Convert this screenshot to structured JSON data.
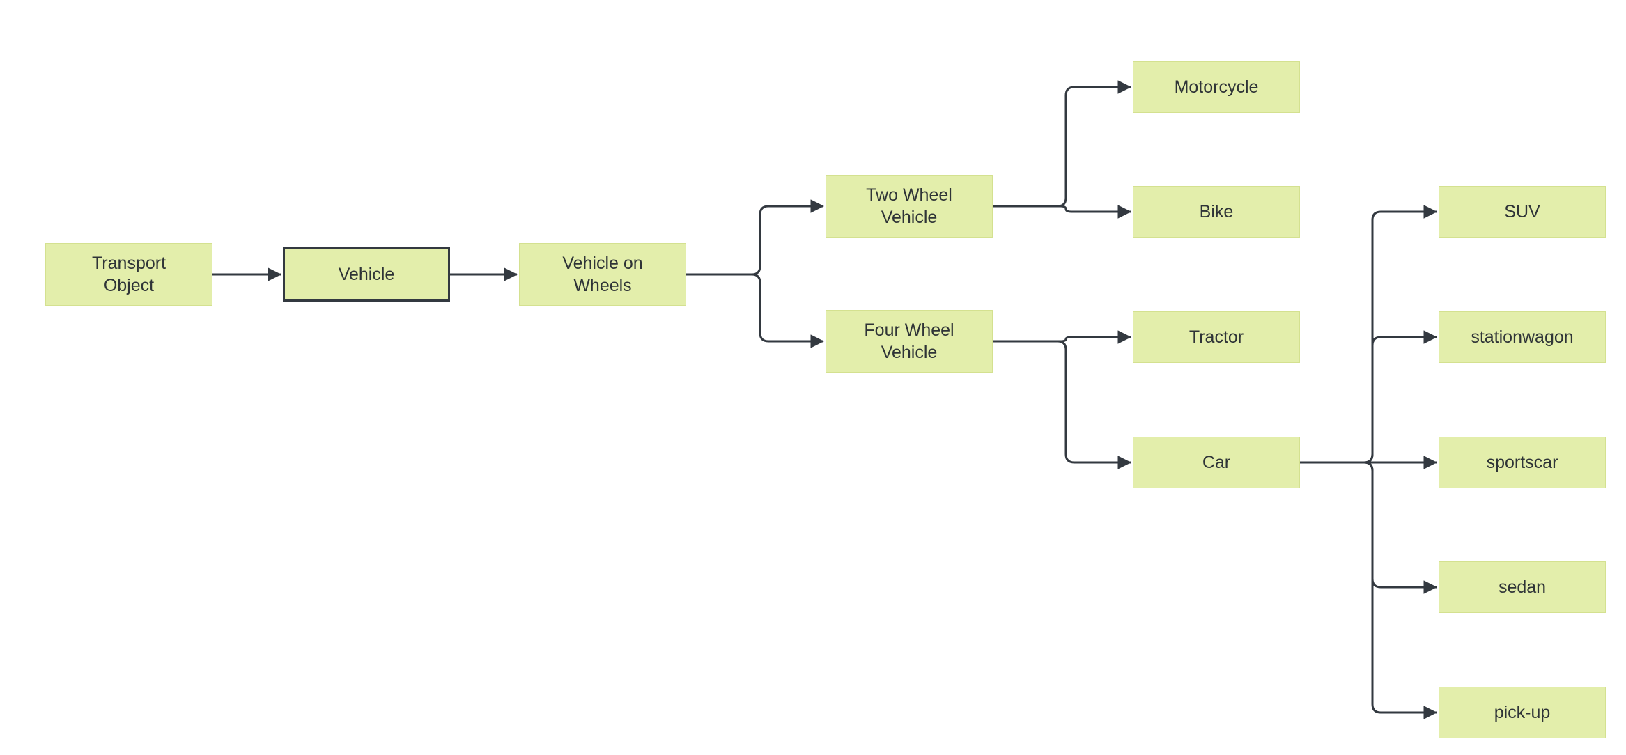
{
  "diagram": {
    "type": "flowchart",
    "direction": "left-to-right",
    "colors": {
      "background": "#ffffff",
      "node_fill": "#e3eeab",
      "node_text": "#2f3437",
      "highlight_border": "#333940",
      "edge": "#333940"
    },
    "nodes": [
      {
        "id": "transport-object",
        "label": "Transport Object"
      },
      {
        "id": "vehicle",
        "label": "Vehicle"
      },
      {
        "id": "vehicle-on-wheels",
        "label": "Vehicle on Wheels"
      },
      {
        "id": "two-wheel-vehicle",
        "label": "Two Wheel Vehicle"
      },
      {
        "id": "four-wheel-vehicle",
        "label": "Four Wheel Vehicle"
      },
      {
        "id": "motorcycle",
        "label": "Motorcycle"
      },
      {
        "id": "bike",
        "label": "Bike"
      },
      {
        "id": "tractor",
        "label": "Tractor"
      },
      {
        "id": "car",
        "label": "Car"
      },
      {
        "id": "suv",
        "label": "SUV"
      },
      {
        "id": "stationwagon",
        "label": "stationwagon"
      },
      {
        "id": "sportscar",
        "label": "sportscar"
      },
      {
        "id": "sedan",
        "label": "sedan"
      },
      {
        "id": "pick-up",
        "label": "pick-up"
      }
    ],
    "edges": [
      {
        "from": "transport-object",
        "to": "vehicle"
      },
      {
        "from": "vehicle",
        "to": "vehicle-on-wheels"
      },
      {
        "from": "vehicle-on-wheels",
        "to": "two-wheel-vehicle"
      },
      {
        "from": "vehicle-on-wheels",
        "to": "four-wheel-vehicle"
      },
      {
        "from": "two-wheel-vehicle",
        "to": "motorcycle"
      },
      {
        "from": "two-wheel-vehicle",
        "to": "bike"
      },
      {
        "from": "four-wheel-vehicle",
        "to": "tractor"
      },
      {
        "from": "four-wheel-vehicle",
        "to": "car"
      },
      {
        "from": "car",
        "to": "suv"
      },
      {
        "from": "car",
        "to": "stationwagon"
      },
      {
        "from": "car",
        "to": "sportscar"
      },
      {
        "from": "car",
        "to": "sedan"
      },
      {
        "from": "car",
        "to": "pick-up"
      }
    ]
  }
}
